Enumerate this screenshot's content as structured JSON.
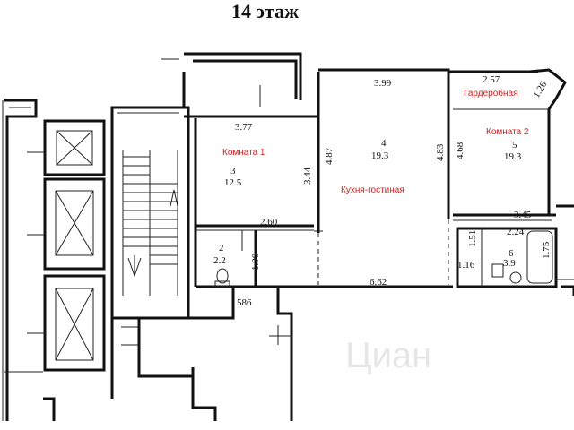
{
  "title": "14 этаж",
  "watermark": "Циан",
  "rooms": {
    "room1": {
      "name": "Комната 1",
      "number": "3",
      "area": "12.5"
    },
    "kitchen": {
      "name": "Кухня-гостиная",
      "number": "4",
      "area": "19.3"
    },
    "room2": {
      "name": "Комната 2",
      "number": "5",
      "area": "19.3"
    },
    "wardrobe": {
      "name": "Гардеробная"
    },
    "wc": {
      "number": "2",
      "area": "2.2"
    },
    "bath": {
      "number": "6",
      "area": "3.9"
    }
  },
  "dims": {
    "room1_top": "3.77",
    "room1_bottom": "2.60",
    "room1_side": "3.44",
    "kitchen_top": "3.99",
    "kitchen_left": "4.87",
    "kitchen_right": "4.83",
    "kitchen_bottom": "6.62",
    "room2_top": "2.57",
    "room2_left": "4.68",
    "room2_bottom": "3.45",
    "wardrobe_side": "1.26",
    "wc_side": "1.90",
    "corridor_bottom": "586",
    "bath_top": "2.24",
    "bath_left": "1.51",
    "bath_side": "1.75",
    "bath_bottom": "1.16"
  }
}
